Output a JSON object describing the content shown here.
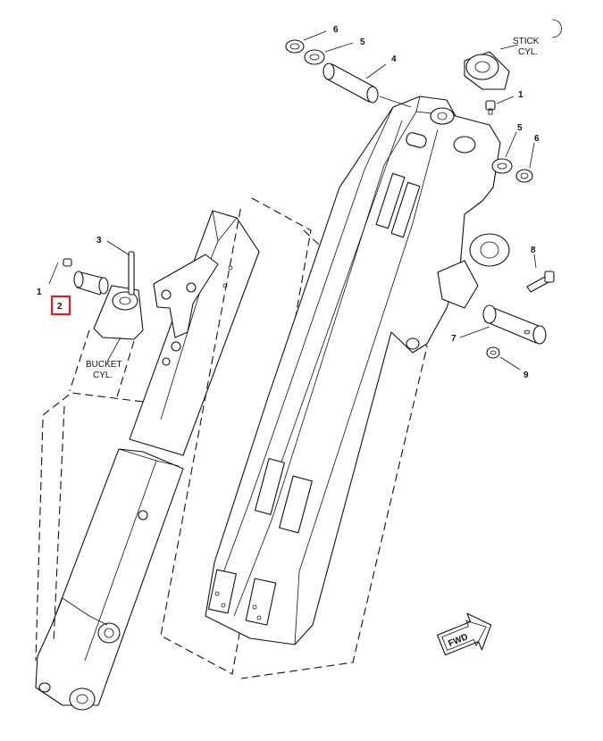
{
  "callouts": {
    "c1_left": "1",
    "c2_highlight": "2",
    "c3": "3",
    "c1_right": "1",
    "c4": "4",
    "c5_top": "5",
    "c5_right": "5",
    "c6_top": "6",
    "c6_right": "6",
    "c7": "7",
    "c8": "8",
    "c9": "9"
  },
  "labels": {
    "stick_cyl_line1": "STICK",
    "stick_cyl_line2": "CYL.",
    "bucket_cyl_line1": "BUCKET",
    "bucket_cyl_line2": "CYL.",
    "fwd": "FWD"
  },
  "colors": {
    "highlight": "#d0232a",
    "line": "#111111"
  }
}
